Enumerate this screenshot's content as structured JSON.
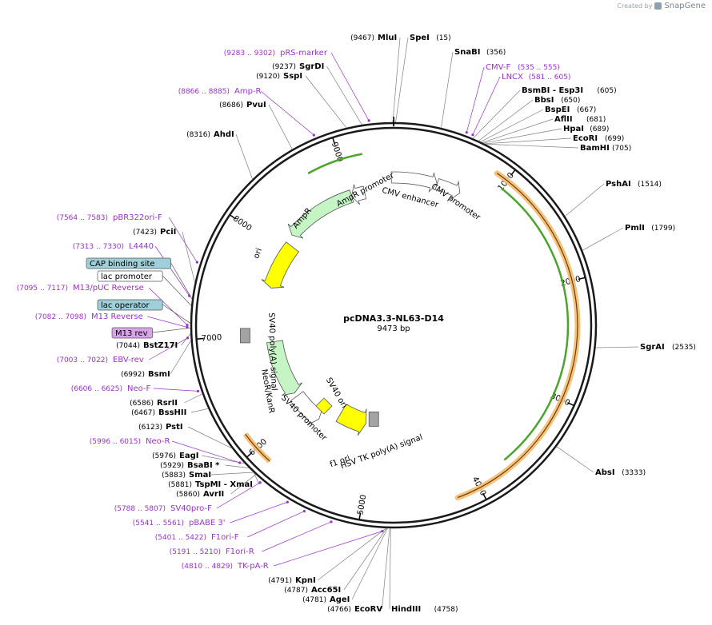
{
  "credit": {
    "prefix": "Created by",
    "brand": "SnapGene"
  },
  "plasmid": {
    "name": "pcDNA3.3-NL63-D14",
    "length": "9473 bp",
    "total_bp": 9473
  },
  "backbone_ticks": [
    "1000",
    "2000",
    "3000",
    "4000",
    "5000",
    "6000",
    "7000",
    "8000",
    "9000"
  ],
  "enzymes": [
    {
      "name": "MluI",
      "pos": "(9467)",
      "bp": 9467
    },
    {
      "name": "SpeI",
      "pos": "(15)",
      "bp": 15
    },
    {
      "name": "SnaBI",
      "pos": "(356)",
      "bp": 356
    },
    {
      "name": "BsmBI - Esp3I",
      "pos": "(605)",
      "bp": 605
    },
    {
      "name": "BbsI",
      "pos": "(650)",
      "bp": 650
    },
    {
      "name": "BspEI",
      "pos": "(667)",
      "bp": 667
    },
    {
      "name": "AflII",
      "pos": "(681)",
      "bp": 681
    },
    {
      "name": "HpaI",
      "pos": "(689)",
      "bp": 689
    },
    {
      "name": "EcoRI",
      "pos": "(699)",
      "bp": 699
    },
    {
      "name": "BamHI",
      "pos": "(705)",
      "bp": 705
    },
    {
      "name": "PshAI",
      "pos": "(1514)",
      "bp": 1514
    },
    {
      "name": "PmlI",
      "pos": "(1799)",
      "bp": 1799
    },
    {
      "name": "SgrAI",
      "pos": "(2535)",
      "bp": 2535
    },
    {
      "name": "AbsI",
      "pos": "(3333)",
      "bp": 3333
    },
    {
      "name": "HindIII",
      "pos": "(4758)",
      "bp": 4758
    },
    {
      "name": "EcoRV",
      "pos": "(4766)",
      "bp": 4766
    },
    {
      "name": "AgeI",
      "pos": "(4781)",
      "bp": 4781
    },
    {
      "name": "Acc65I",
      "pos": "(4787)",
      "bp": 4787
    },
    {
      "name": "KpnI",
      "pos": "(4791)",
      "bp": 4791
    },
    {
      "name": "AvrII",
      "pos": "(5860)",
      "bp": 5860
    },
    {
      "name": "TspMI - XmaI",
      "pos": "(5881)",
      "bp": 5881
    },
    {
      "name": "SmaI",
      "pos": "(5883)",
      "bp": 5883
    },
    {
      "name": "BsaBI *",
      "pos": "(5929)",
      "bp": 5929
    },
    {
      "name": "EagI",
      "pos": "(5976)",
      "bp": 5976
    },
    {
      "name": "PstI",
      "pos": "(6123)",
      "bp": 6123
    },
    {
      "name": "BssHII",
      "pos": "(6467)",
      "bp": 6467
    },
    {
      "name": "RsrII",
      "pos": "(6586)",
      "bp": 6586
    },
    {
      "name": "BsmI",
      "pos": "(6992)",
      "bp": 6992
    },
    {
      "name": "BstZ17I",
      "pos": "(7044)",
      "bp": 7044
    },
    {
      "name": "PciI",
      "pos": "(7423)",
      "bp": 7423
    },
    {
      "name": "AhdI",
      "pos": "(8316)",
      "bp": 8316
    },
    {
      "name": "PvuI",
      "pos": "(8686)",
      "bp": 8686
    },
    {
      "name": "SspI",
      "pos": "(9120)",
      "bp": 9120
    },
    {
      "name": "SgrDI",
      "pos": "(9237)",
      "bp": 9237
    }
  ],
  "primers": [
    {
      "name": "pRS-marker",
      "pos": "(9283 .. 9302)",
      "bp": 9292
    },
    {
      "name": "Amp-R",
      "pos": "(8866 .. 8885)",
      "bp": 8875
    },
    {
      "name": "CMV-F",
      "pos": "(535 .. 555)",
      "bp": 545
    },
    {
      "name": "LNCX",
      "pos": "(581 .. 605)",
      "bp": 593
    },
    {
      "name": "pBR322ori-F",
      "pos": "(7564 .. 7583)",
      "bp": 7573
    },
    {
      "name": "L4440",
      "pos": "(7313 .. 7330)",
      "bp": 7321
    },
    {
      "name": "M13/pUC Reverse",
      "pos": "(7095 .. 7117)",
      "bp": 7106
    },
    {
      "name": "M13 Reverse",
      "pos": "(7082 .. 7098)",
      "bp": 7090
    },
    {
      "name": "EBV-rev",
      "pos": "(7003 .. 7022)",
      "bp": 7012
    },
    {
      "name": "Neo-F",
      "pos": "(6606 .. 6625)",
      "bp": 6615
    },
    {
      "name": "Neo-R",
      "pos": "(5996 .. 6015)",
      "bp": 6005
    },
    {
      "name": "SV40pro-F",
      "pos": "(5788 .. 5807)",
      "bp": 5797
    },
    {
      "name": "pBABE 3'",
      "pos": "(5541 .. 5561)",
      "bp": 5551
    },
    {
      "name": "F1ori-F",
      "pos": "(5401 .. 5422)",
      "bp": 5411
    },
    {
      "name": "F1ori-R",
      "pos": "(5191 .. 5210)",
      "bp": 5200
    },
    {
      "name": "TK-pA-R",
      "pos": "(4810 .. 4829)",
      "bp": 4819
    }
  ],
  "boxed_labels": [
    {
      "name": "CAP binding site",
      "fill": "#9fcfd9",
      "bp": 7300
    },
    {
      "name": "lac promoter",
      "fill": "#ffffff",
      "bp": 7250
    },
    {
      "name": "lac operator",
      "fill": "#9fcfd9",
      "bp": 7120
    },
    {
      "name": "M13 rev",
      "fill": "#d9a3e8",
      "bp": 7085
    }
  ],
  "features": [
    {
      "name": "CMV enhancer",
      "color": "#ffffff"
    },
    {
      "name": "CMV promoter",
      "color": "#ffffff"
    },
    {
      "name": "AmpR promoter",
      "color": "#ffffff"
    },
    {
      "name": "AmpR",
      "color": "#c5f5c5"
    },
    {
      "name": "ori",
      "color": "#ffff00"
    },
    {
      "name": "SV40 poly(A) signal",
      "color": "#a3a3a3"
    },
    {
      "name": "NeoR/KanR",
      "color": "#c5f5c5"
    },
    {
      "name": "SV40 promoter",
      "color": "#ffffff"
    },
    {
      "name": "SV40 ori",
      "color": "#ffff00"
    },
    {
      "name": "f1 ori",
      "color": "#ffff00"
    },
    {
      "name": "HSV TK poly(A) signal",
      "color": "#a3a3a3"
    }
  ],
  "colors": {
    "backbone": "#1a1a1a",
    "primer": "#9b32cf",
    "orf_orange": "#f5c27a",
    "orf_green": "#4aa52a",
    "enzyme_line": "#7f7f7f"
  }
}
